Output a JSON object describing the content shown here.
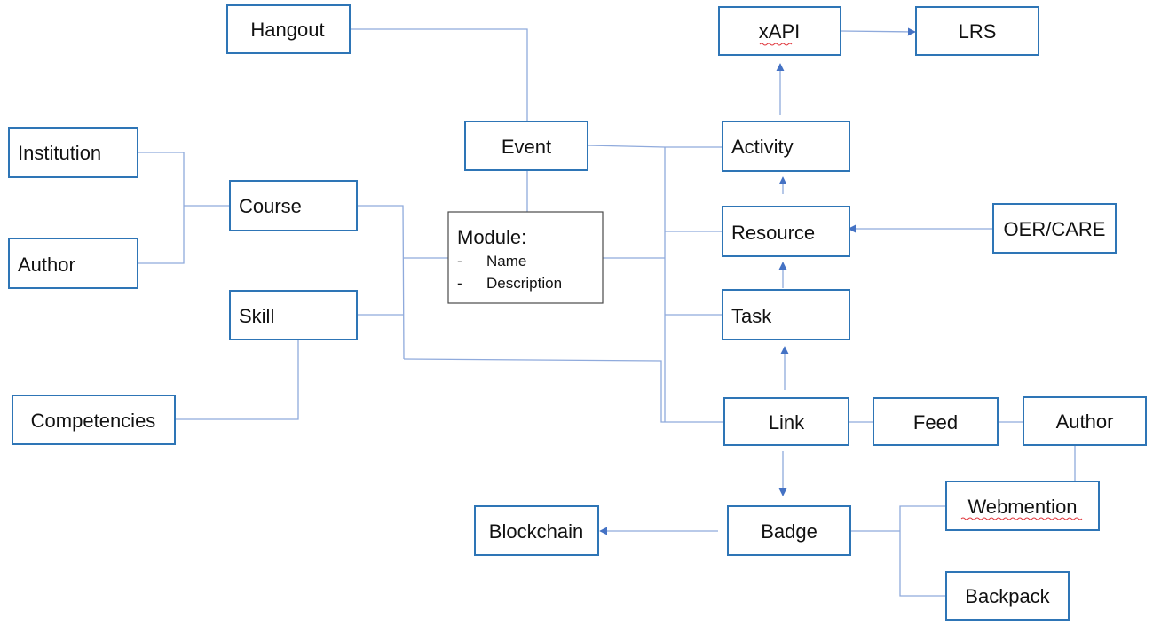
{
  "diagram": {
    "colors": {
      "box_border": "#2e75b6",
      "line": "#8faadc",
      "text": "#111111",
      "spell_underline": "#e0383e"
    },
    "nodes": {
      "hangout": "Hangout",
      "xapi": "xAPI",
      "lrs": "LRS",
      "institution": "Institution",
      "author_left": "Author",
      "course": "Course",
      "event": "Event",
      "activity": "Activity",
      "module": "Module:",
      "module_name": "Name",
      "module_description": "Description",
      "module_bullet": "-",
      "resource": "Resource",
      "oer_care": "OER/CARE",
      "skill": "Skill",
      "task": "Task",
      "competencies": "Competencies",
      "link": "Link",
      "feed": "Feed",
      "author_right": "Author",
      "webmention": "Webmention",
      "blockchain": "Blockchain",
      "badge": "Badge",
      "backpack": "Backpack"
    }
  }
}
